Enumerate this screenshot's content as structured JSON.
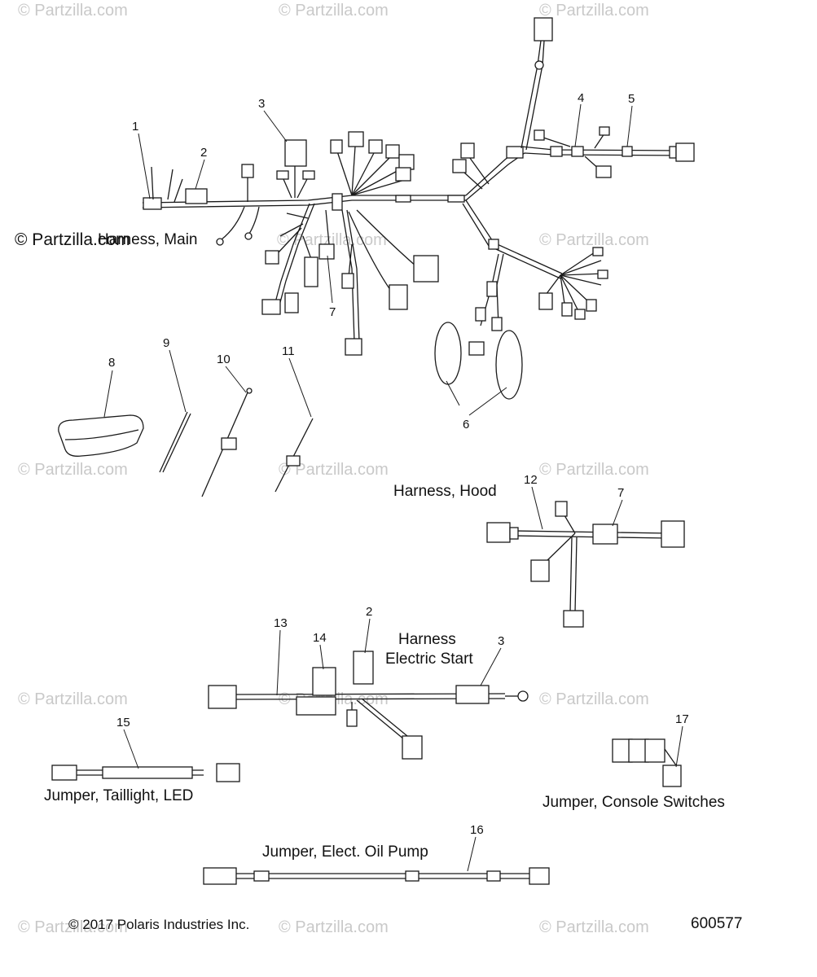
{
  "watermark": "© Partzilla.com",
  "brand_text": "© Partzilla.com",
  "captions": {
    "harness_main": "Harness, Main",
    "harness_hood": "Harness, Hood",
    "harness_es_1": "Harness",
    "harness_es_2": "Electric Start",
    "jumper_taillight": "Jumper, Taillight, LED",
    "jumper_console": "Jumper, Console Switches",
    "jumper_oil": "Jumper, Elect. Oil Pump"
  },
  "callouts": [
    "1",
    "2",
    "3",
    "4",
    "5",
    "6",
    "7",
    "8",
    "9",
    "10",
    "11",
    "12",
    "7",
    "13",
    "14",
    "2",
    "3",
    "15",
    "16",
    "17"
  ],
  "footer": {
    "copyright": "© 2017 Polaris Industries Inc.",
    "drawing_no": "600577"
  }
}
